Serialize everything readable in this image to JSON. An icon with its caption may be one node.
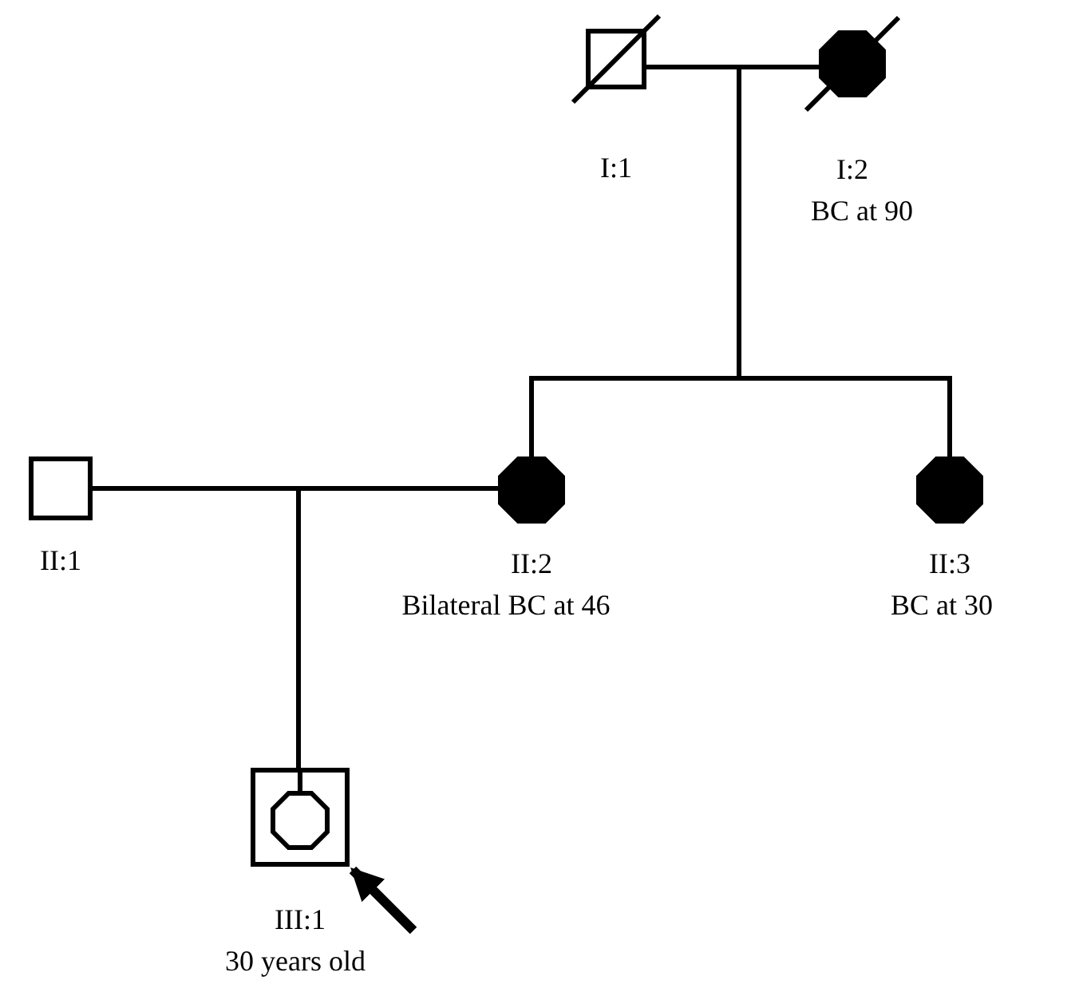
{
  "diagram": {
    "nodes": [
      {
        "text": [
          "I:1"
        ]
      },
      {
        "text": [
          "I:2"
        ],
        "beside": [
          "BC at 90"
        ]
      },
      {
        "text": [
          "II:1"
        ]
      },
      {
        "text": [
          "II:2"
        ],
        "beside": [
          "Bilateral BC at 46"
        ]
      },
      {
        "text": [
          "II:3"
        ],
        "beside": [
          "BC at 30"
        ]
      },
      {
        "text": [
          "III:1"
        ],
        "beside": [
          "30 years old"
        ]
      }
    ],
    "edges": [
      {
        "from": 0,
        "to": 1,
        "arrow": "none"
      },
      {
        "from": 0,
        "to": 3,
        "arrow": "none"
      },
      {
        "from": 1,
        "to": 3,
        "arrow": "none"
      },
      {
        "from": 0,
        "to": 4,
        "arrow": "none"
      },
      {
        "from": 1,
        "to": 4,
        "arrow": "none"
      },
      {
        "from": 2,
        "to": 3,
        "arrow": "none"
      },
      {
        "from": 2,
        "to": 5,
        "arrow": "none"
      },
      {
        "from": 3,
        "to": 5,
        "arrow": "none"
      },
      {
        "from": null,
        "to": 5,
        "arrow": "to",
        "style": "thick"
      }
    ]
  }
}
